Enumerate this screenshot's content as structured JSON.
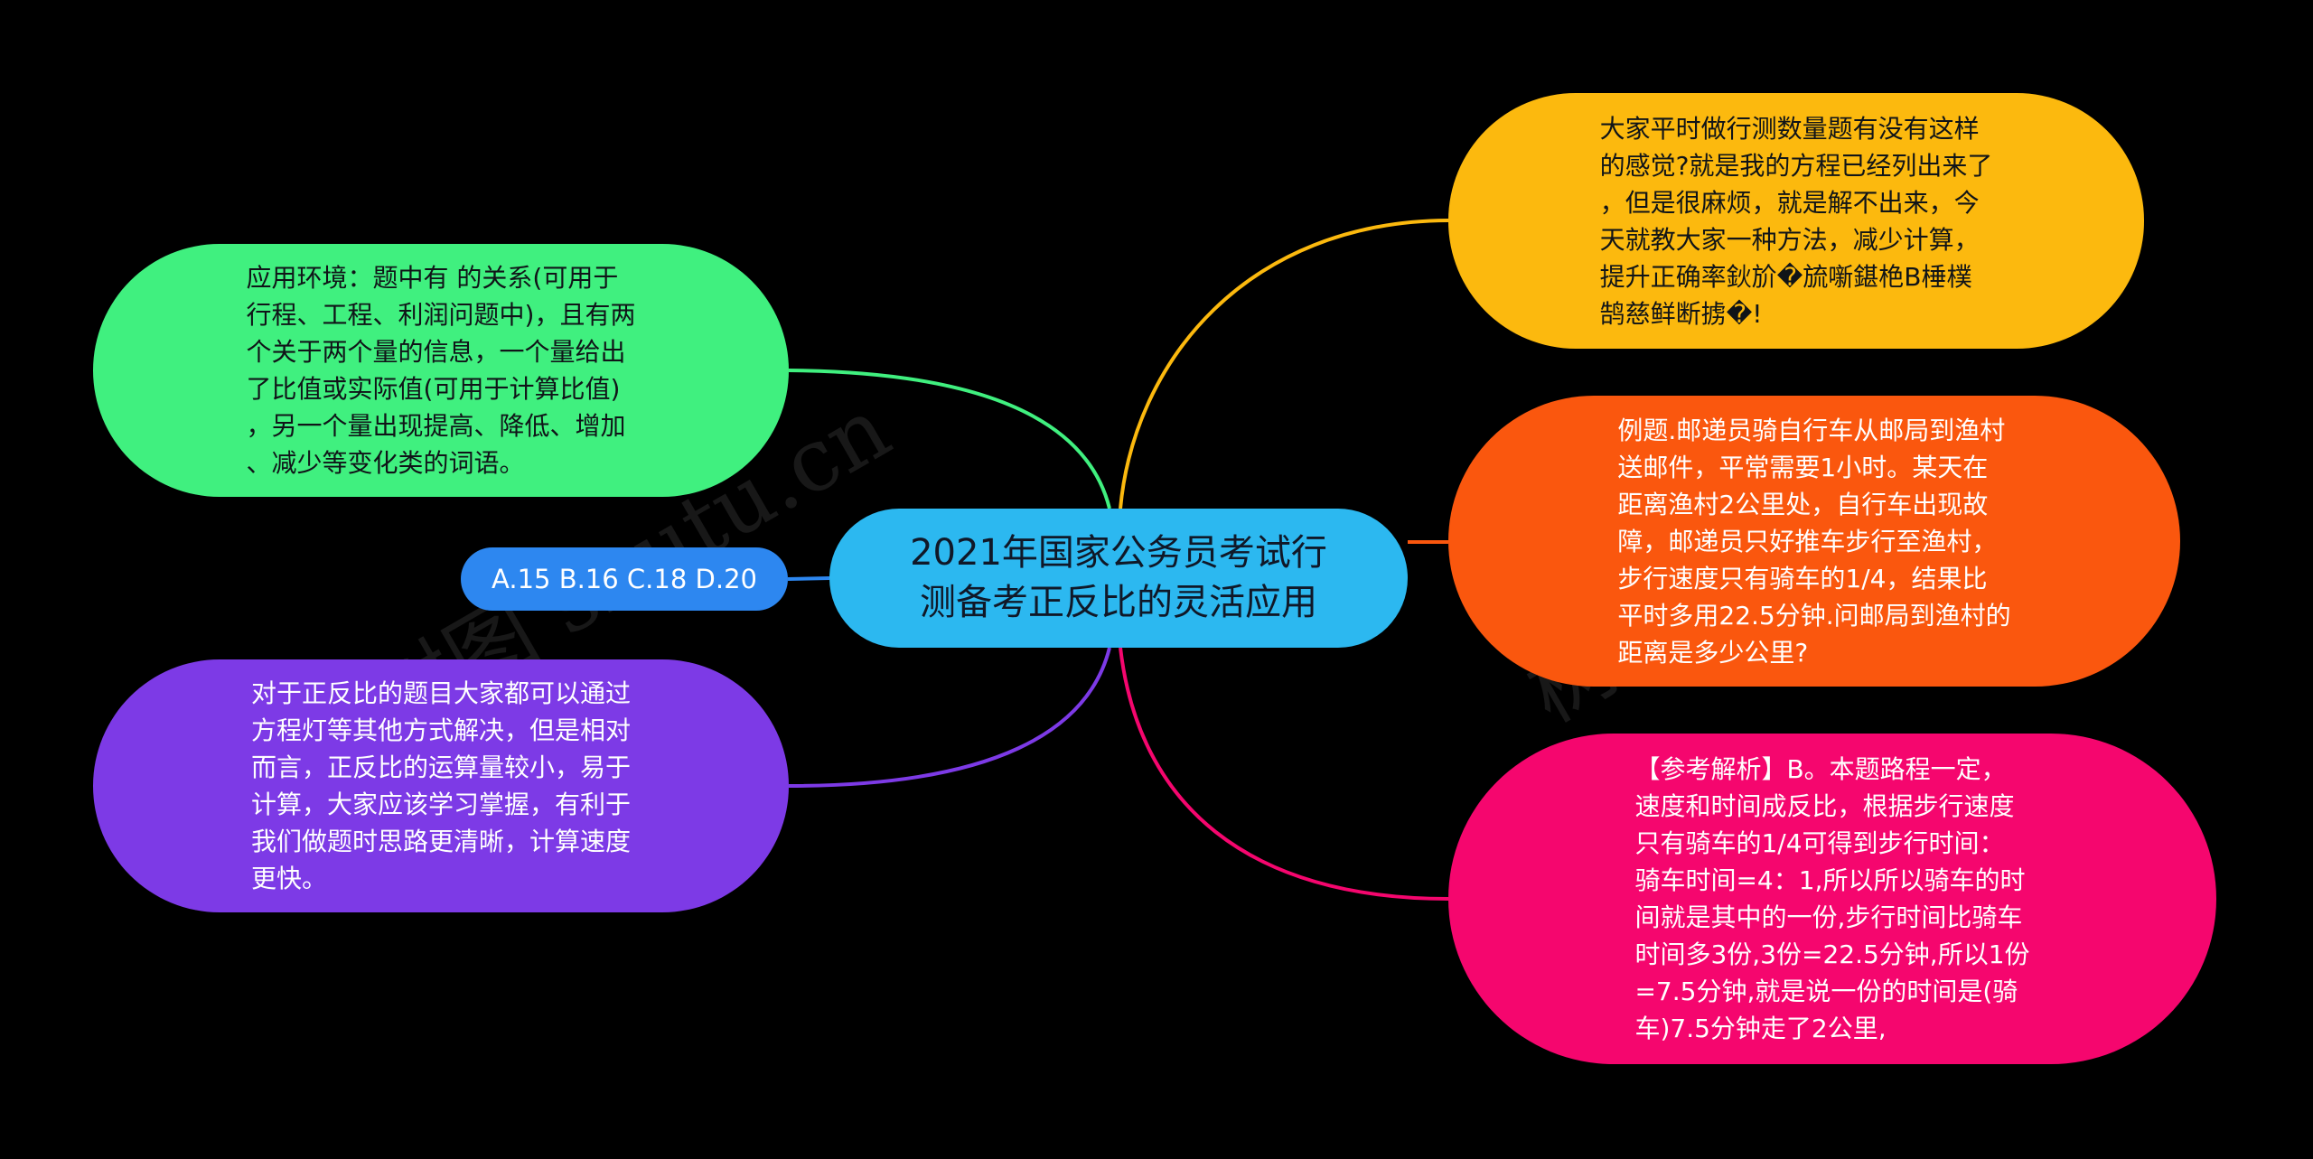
{
  "colors": {
    "background": "#000000",
    "center": "#2cb8f0",
    "options": "#2d87f0",
    "green": "#40f07f",
    "purple": "#7d3ae6",
    "yellow": "#fcb90e",
    "orange": "#fa570e",
    "pink": "#f5066e"
  },
  "center": {
    "text": "2021年国家公务员考试行\n测备考正反比的灵活应用"
  },
  "left": {
    "environment": "应用环境：题中有 的关系(可用于\n行程、工程、利润问题中)，且有两\n个关于两个量的信息，一个量给出\n了比值或实际值(可用于计算比值)\n，另一个量出现提高、降低、增加\n、减少等变化类的词语。",
    "options": "A.15 B.16 C.18 D.20",
    "summary": "对于正反比的题目大家都可以通过\n方程灯等其他方式解决，但是相对\n而言，正反比的运算量较小，易于\n计算，大家应该学习掌握，有利于\n我们做题时思路更清晰，计算速度\n更快。"
  },
  "right": {
    "intro": "大家平时做行测数量题有没有这样\n的感觉?就是我的方程已经列出来了\n，但是很麻烦，就是解不出来，今\n天就教大家一种方法，减少计算，\n提升正确率鈥斺�旈噺鍖栬В棰樸\n鹄慈鲜断掳�!",
    "example": "例题.邮递员骑自行车从邮局到渔村\n送邮件，平常需要1小时。某天在\n距离渔村2公里处，自行车出现故\n障，邮递员只好推车步行至渔村，\n步行速度只有骑车的1/4，结果比\n平时多用22.5分钟.问邮局到渔村的\n距离是多少公里?",
    "analysis": "【参考解析】B。本题路程一定，\n速度和时间成反比，根据步行速度\n只有骑车的1/4可得到步行时间：\n骑车时间=4：1,所以所以骑车的时\n间就是其中的一份,步行时间比骑车\n时间多3份,3份=22.5分钟,所以1份\n=7.5分钟,就是说一份的时间是(骑\n车)7.5分钟走了2公里,"
  },
  "watermark": "树图 shutu.cn"
}
